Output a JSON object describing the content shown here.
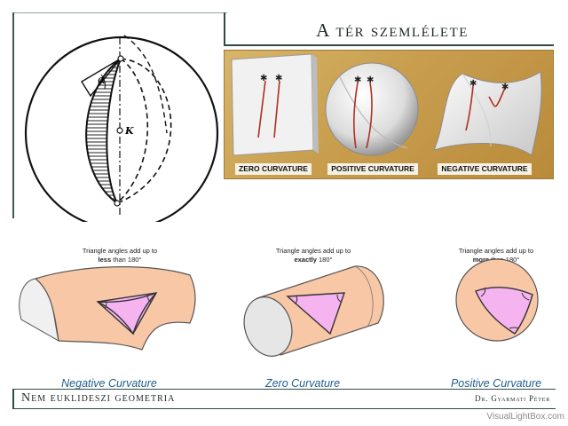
{
  "slide": {
    "title": "A tér szemlélete",
    "footer_left": "Nem euklideszi geometria",
    "footer_right": "Dr. Gyarmati Péter",
    "watermark": "VisualLightBox.com"
  },
  "sketch": {
    "labels": {
      "alpha": "α",
      "center": "K"
    }
  },
  "photo": {
    "labels": [
      "ZERO CURVATURE",
      "POSITIVE CURVATURE",
      "NEGATIVE CURVATURE"
    ]
  },
  "diagrams": [
    {
      "caption_prefix": "Triangle angles add up to",
      "caption_emph": "less",
      "caption_suffix": " than 180°",
      "label": "Negative Curvature"
    },
    {
      "caption_prefix": "Triangle angles add up to",
      "caption_emph": "exactly",
      "caption_suffix": " 180°",
      "label": "Zero Curvature"
    },
    {
      "caption_prefix": "Triangle angles add up to",
      "caption_emph": "more",
      "caption_suffix": " than 180°",
      "label": "Positive Curvature"
    }
  ],
  "colors": {
    "surface": "#f7c7a6",
    "triangle": "#f5b3ef",
    "label_blue": "#1f5f8b",
    "frame": "#2f4a42"
  }
}
